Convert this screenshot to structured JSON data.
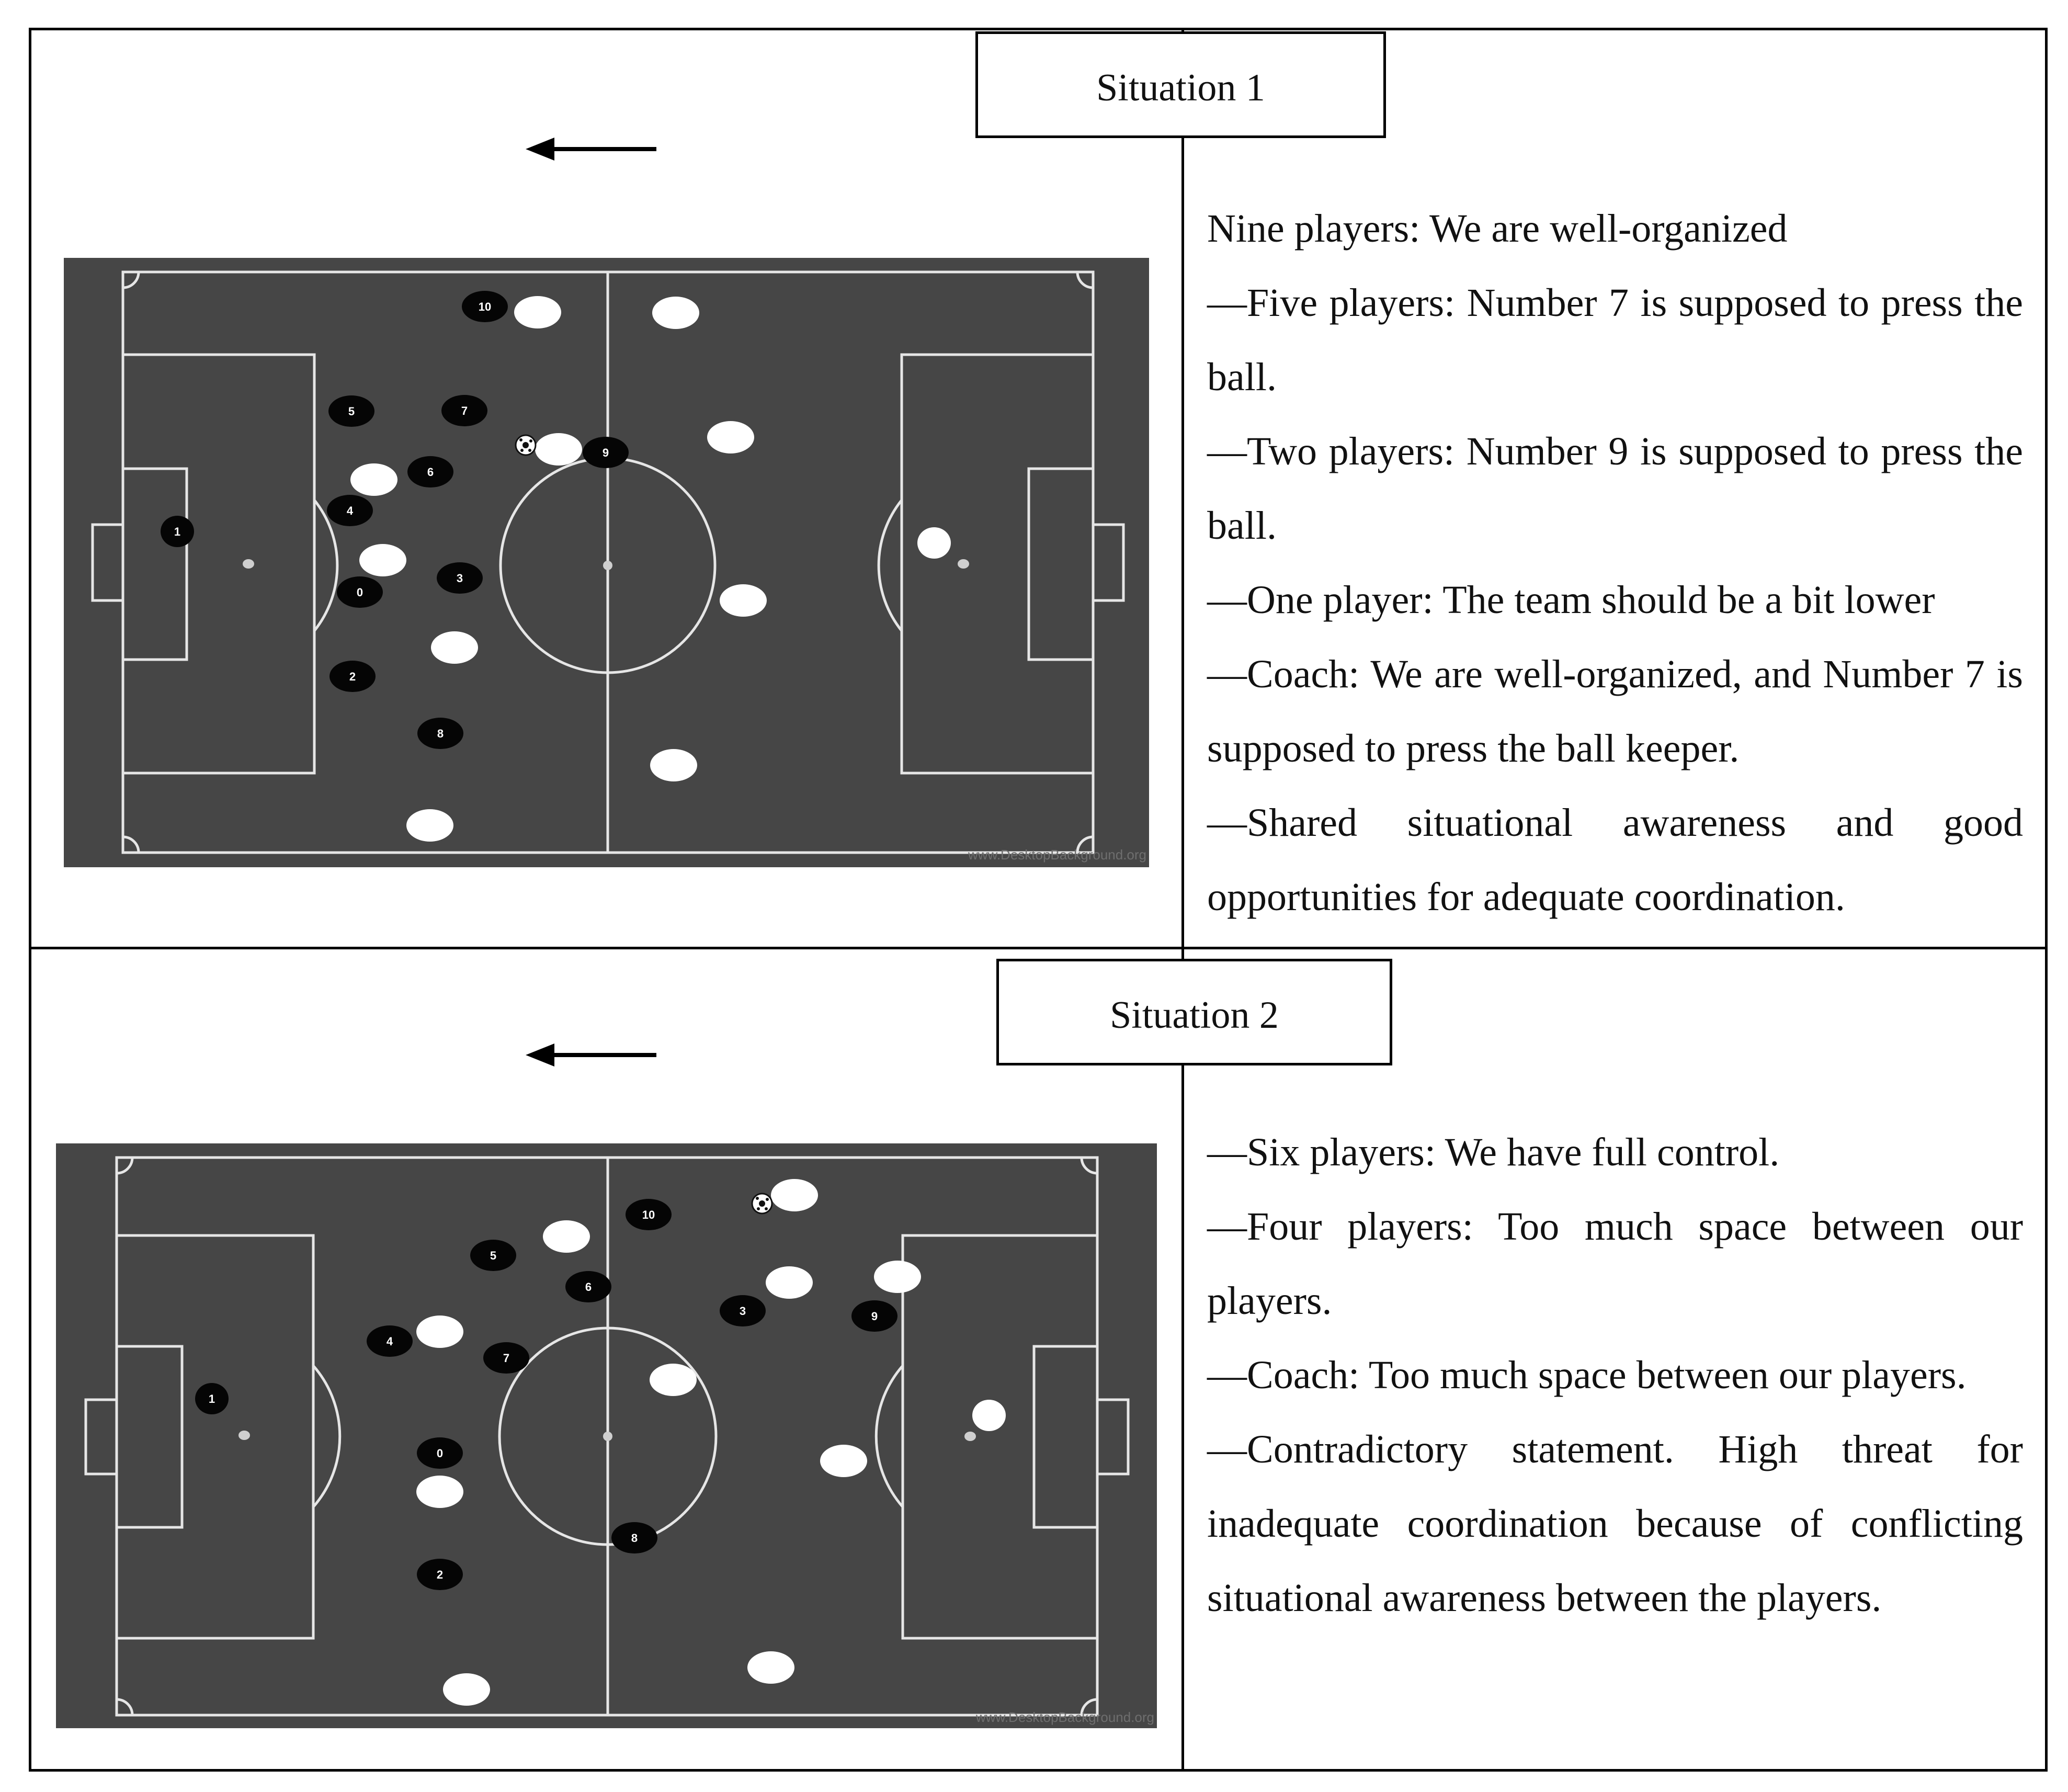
{
  "situations": [
    {
      "title": "Situation 1",
      "lines": [
        "Nine players: We are well-organized",
        "—Five players: Number 7 is supposed to press the ball.",
        "—Two players: Number 9 is supposed to press the ball.",
        "—One player: The team should be a bit lower",
        "—Coach: We are well-organized, and Number 7 is supposed to press the ball keeper.",
        "—Shared situational awareness and good opportunities for adequate coordination."
      ],
      "watermark": "www.DesktopBackground.org",
      "black_players": [
        "10",
        "5",
        "7",
        "6",
        "9",
        "4",
        "1",
        "3",
        "0",
        "2",
        "8"
      ]
    },
    {
      "title": "Situation 2",
      "lines": [
        "—Six players: We have full control.",
        "—Four players: Too much space between our players.",
        "—Coach: Too much space between our players.",
        "—Contradictory statement. High threat for inadequate coordination because of conflicting situational awareness between the players."
      ],
      "watermark": "www.DesktopBackground.org",
      "black_players": [
        "10",
        "5",
        "6",
        "3",
        "9",
        "4",
        "7",
        "1",
        "0",
        "8",
        "2"
      ]
    }
  ],
  "colors": {
    "pitch": "#464646",
    "lines": "#e6e6e6",
    "black_player": "#050505",
    "white_player": "#ffffff"
  },
  "icons": {
    "arrow": "arrow-left-icon",
    "ball": "soccer-ball-icon"
  }
}
